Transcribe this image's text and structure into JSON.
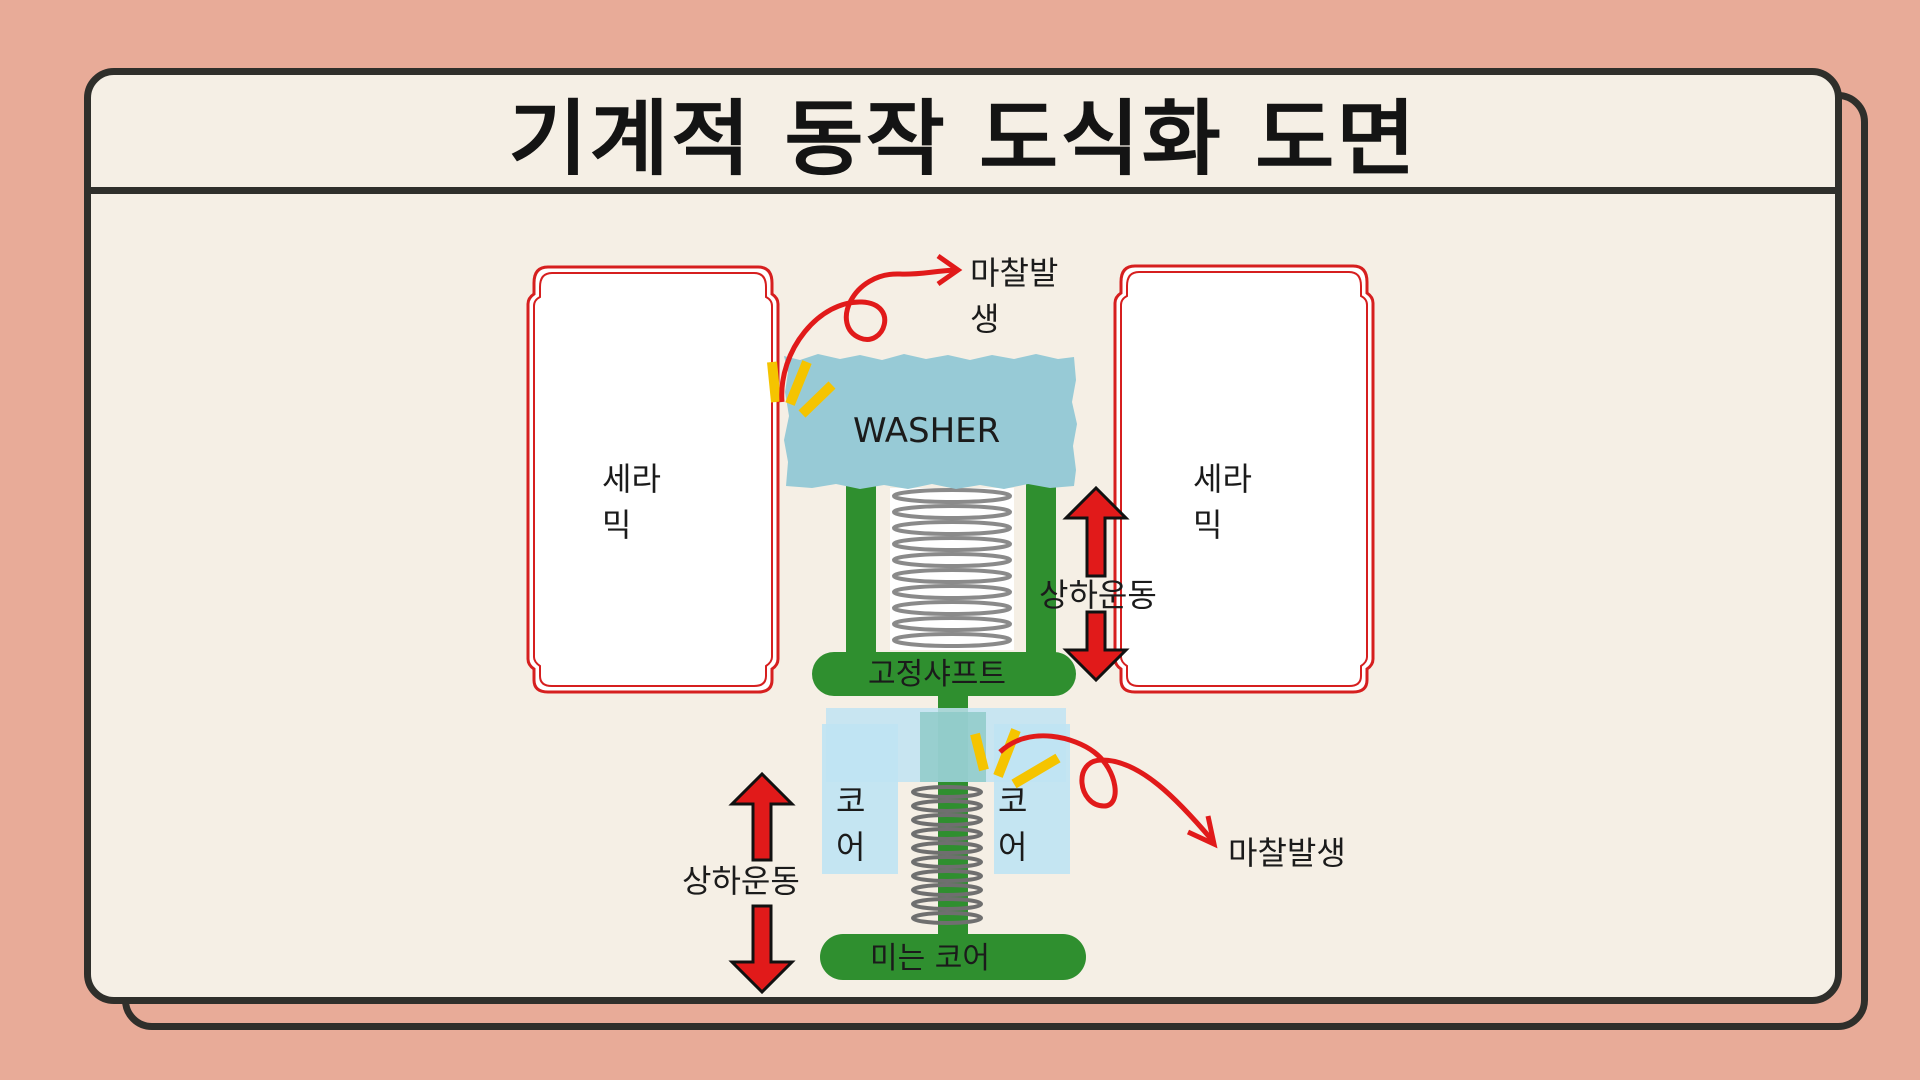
{
  "title": "기계적 동작 도식화 도면",
  "ceramic_left": {
    "line1": "세라",
    "line2": "믹"
  },
  "ceramic_right": {
    "line1": "세라",
    "line2": "믹"
  },
  "washer_label": "WASHER",
  "friction_top": {
    "line1": "마찰발",
    "line2": "생"
  },
  "motion_right": "상하운동",
  "fixed_shaft_label": "고정샤프트",
  "core_left": {
    "line1": "코",
    "line2": "어"
  },
  "core_right": {
    "line1": "코",
    "line2": "어"
  },
  "friction_bottom": "마찰발생",
  "motion_left": "상하운동",
  "push_core_label": "미는 코어",
  "colors": {
    "background": "#e8ab98",
    "card": "#f5efe5",
    "border": "#2f2f2b",
    "ceramic_outline": "#d61f1f",
    "washer": "#97cad6",
    "shaft_green": "#2f8f2f",
    "core_blue": "#bfe3f3",
    "arrow_red": "#e11a1a",
    "highlight_yellow": "#f5c400"
  }
}
